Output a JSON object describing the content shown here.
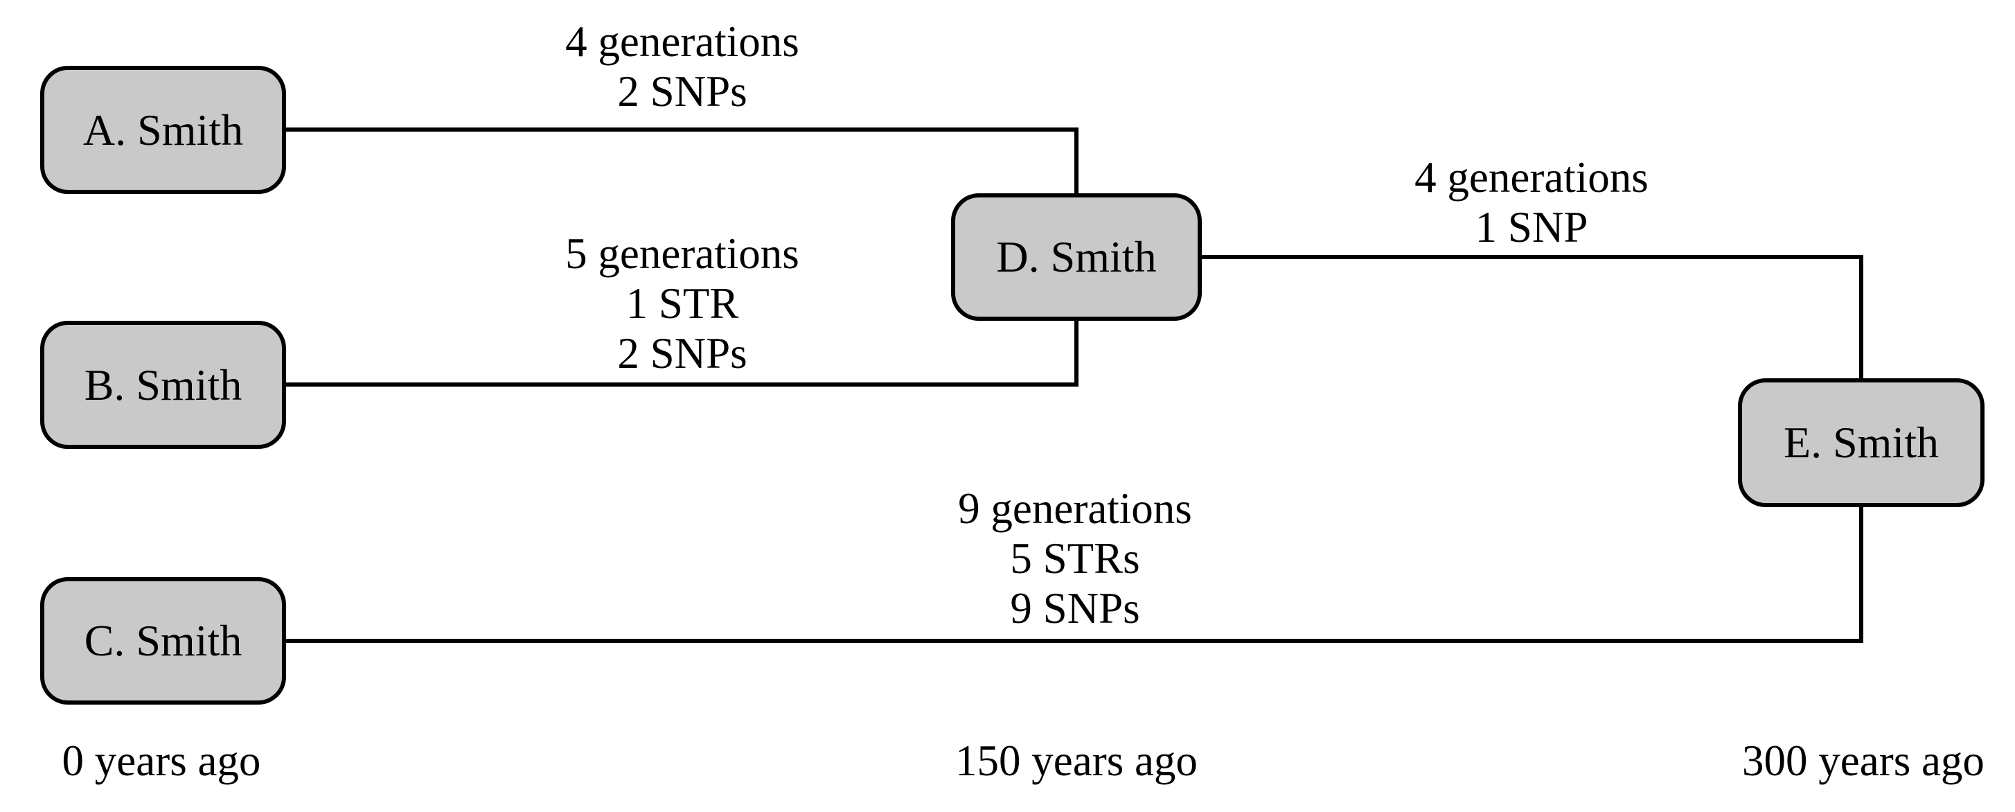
{
  "diagram": {
    "title_hint": "family pedigree with genetic distances",
    "colors": {
      "background": "#ffffff",
      "node_fill": "#c9c9c9",
      "stroke": "#000000",
      "text": "#000000"
    },
    "nodes": [
      {
        "id": "A",
        "label": "A. Smith"
      },
      {
        "id": "B",
        "label": "B. Smith"
      },
      {
        "id": "C",
        "label": "C. Smith"
      },
      {
        "id": "D",
        "label": "D. Smith"
      },
      {
        "id": "E",
        "label": "E. Smith"
      }
    ],
    "edges": [
      {
        "from": "A. Smith",
        "to": "D. Smith",
        "lines": [
          "4 generations",
          "2 SNPs"
        ]
      },
      {
        "from": "B. Smith",
        "to": "D. Smith",
        "lines": [
          "5 generations",
          "1 STR",
          "2 SNPs"
        ]
      },
      {
        "from": "D. Smith",
        "to": "E. Smith",
        "lines": [
          "4 generations",
          "1 SNP"
        ]
      },
      {
        "from": "C. Smith",
        "to": "E. Smith",
        "lines": [
          "9 generations",
          "5 STRs",
          "9 SNPs"
        ]
      }
    ],
    "timeline": [
      {
        "label": "0 years ago"
      },
      {
        "label": "150 years ago"
      },
      {
        "label": "300 years ago"
      }
    ]
  }
}
